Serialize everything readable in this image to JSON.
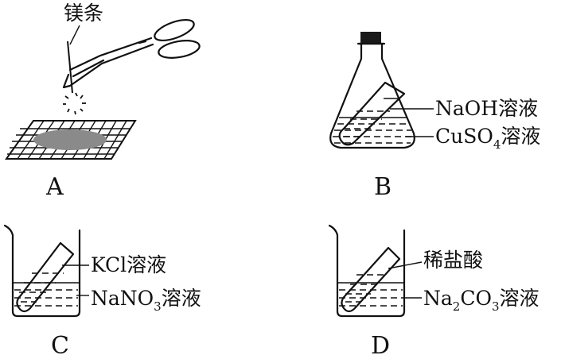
{
  "panels": {
    "A": {
      "letter": "A",
      "label": "镁条"
    },
    "B": {
      "letter": "B",
      "upper": "NaOH溶液",
      "lower_pre": "CuSO",
      "lower_sub": "4",
      "lower_post": "溶液"
    },
    "C": {
      "letter": "C",
      "upper": "KCl溶液",
      "lower_pre": "NaNO",
      "lower_sub": "3",
      "lower_post": "溶液"
    },
    "D": {
      "letter": "D",
      "upper": "稀盐酸",
      "lower_pre": "Na",
      "lower_sub": "2",
      "lower_mid": "CO",
      "lower_sub2": "3",
      "lower_post": "溶液"
    }
  }
}
